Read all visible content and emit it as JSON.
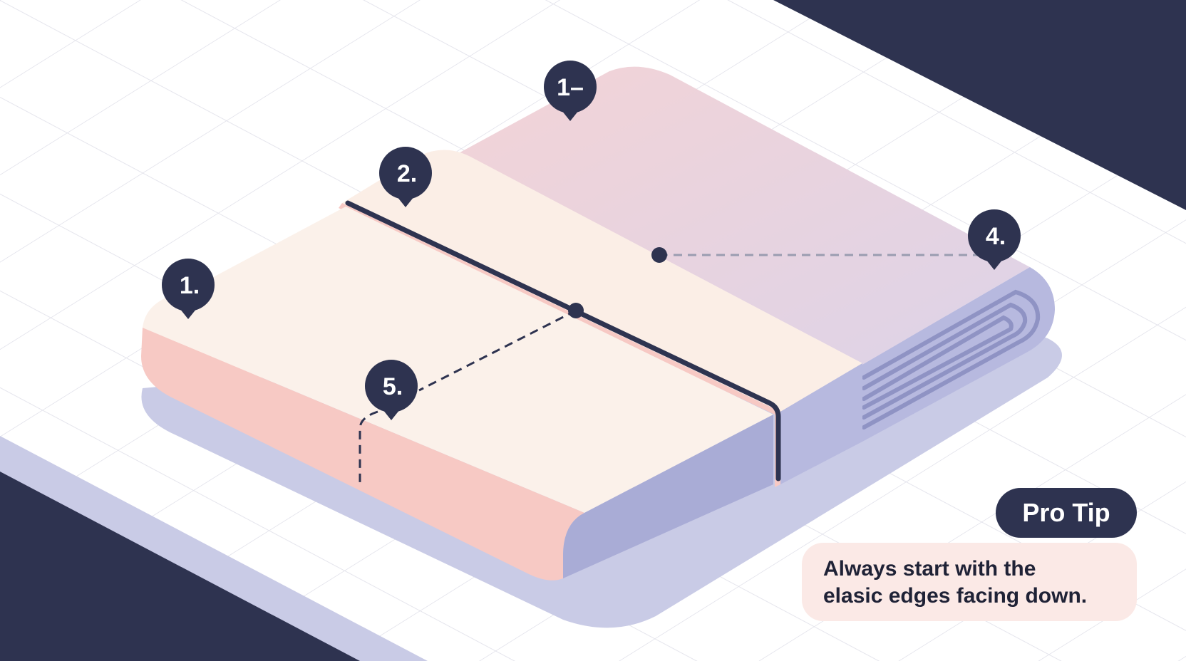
{
  "markers": [
    {
      "id": "m1-top",
      "label": "1–"
    },
    {
      "id": "m2",
      "label": "2."
    },
    {
      "id": "m1-left",
      "label": "1."
    },
    {
      "id": "m4",
      "label": "4."
    },
    {
      "id": "m5",
      "label": "5."
    }
  ],
  "tip": {
    "badge": "Pro Tip",
    "line1": "Always start with the",
    "line2": "elasic edges facing down."
  },
  "colors": {
    "navy": "#2e3350",
    "peach": "#f8c9c4",
    "cream": "#fcf1ea",
    "lavender": "#aeb1d8",
    "shadow": "#c9cbe6",
    "pink_top": "#f1d3d8",
    "tip_bg": "#fbe9e6"
  }
}
